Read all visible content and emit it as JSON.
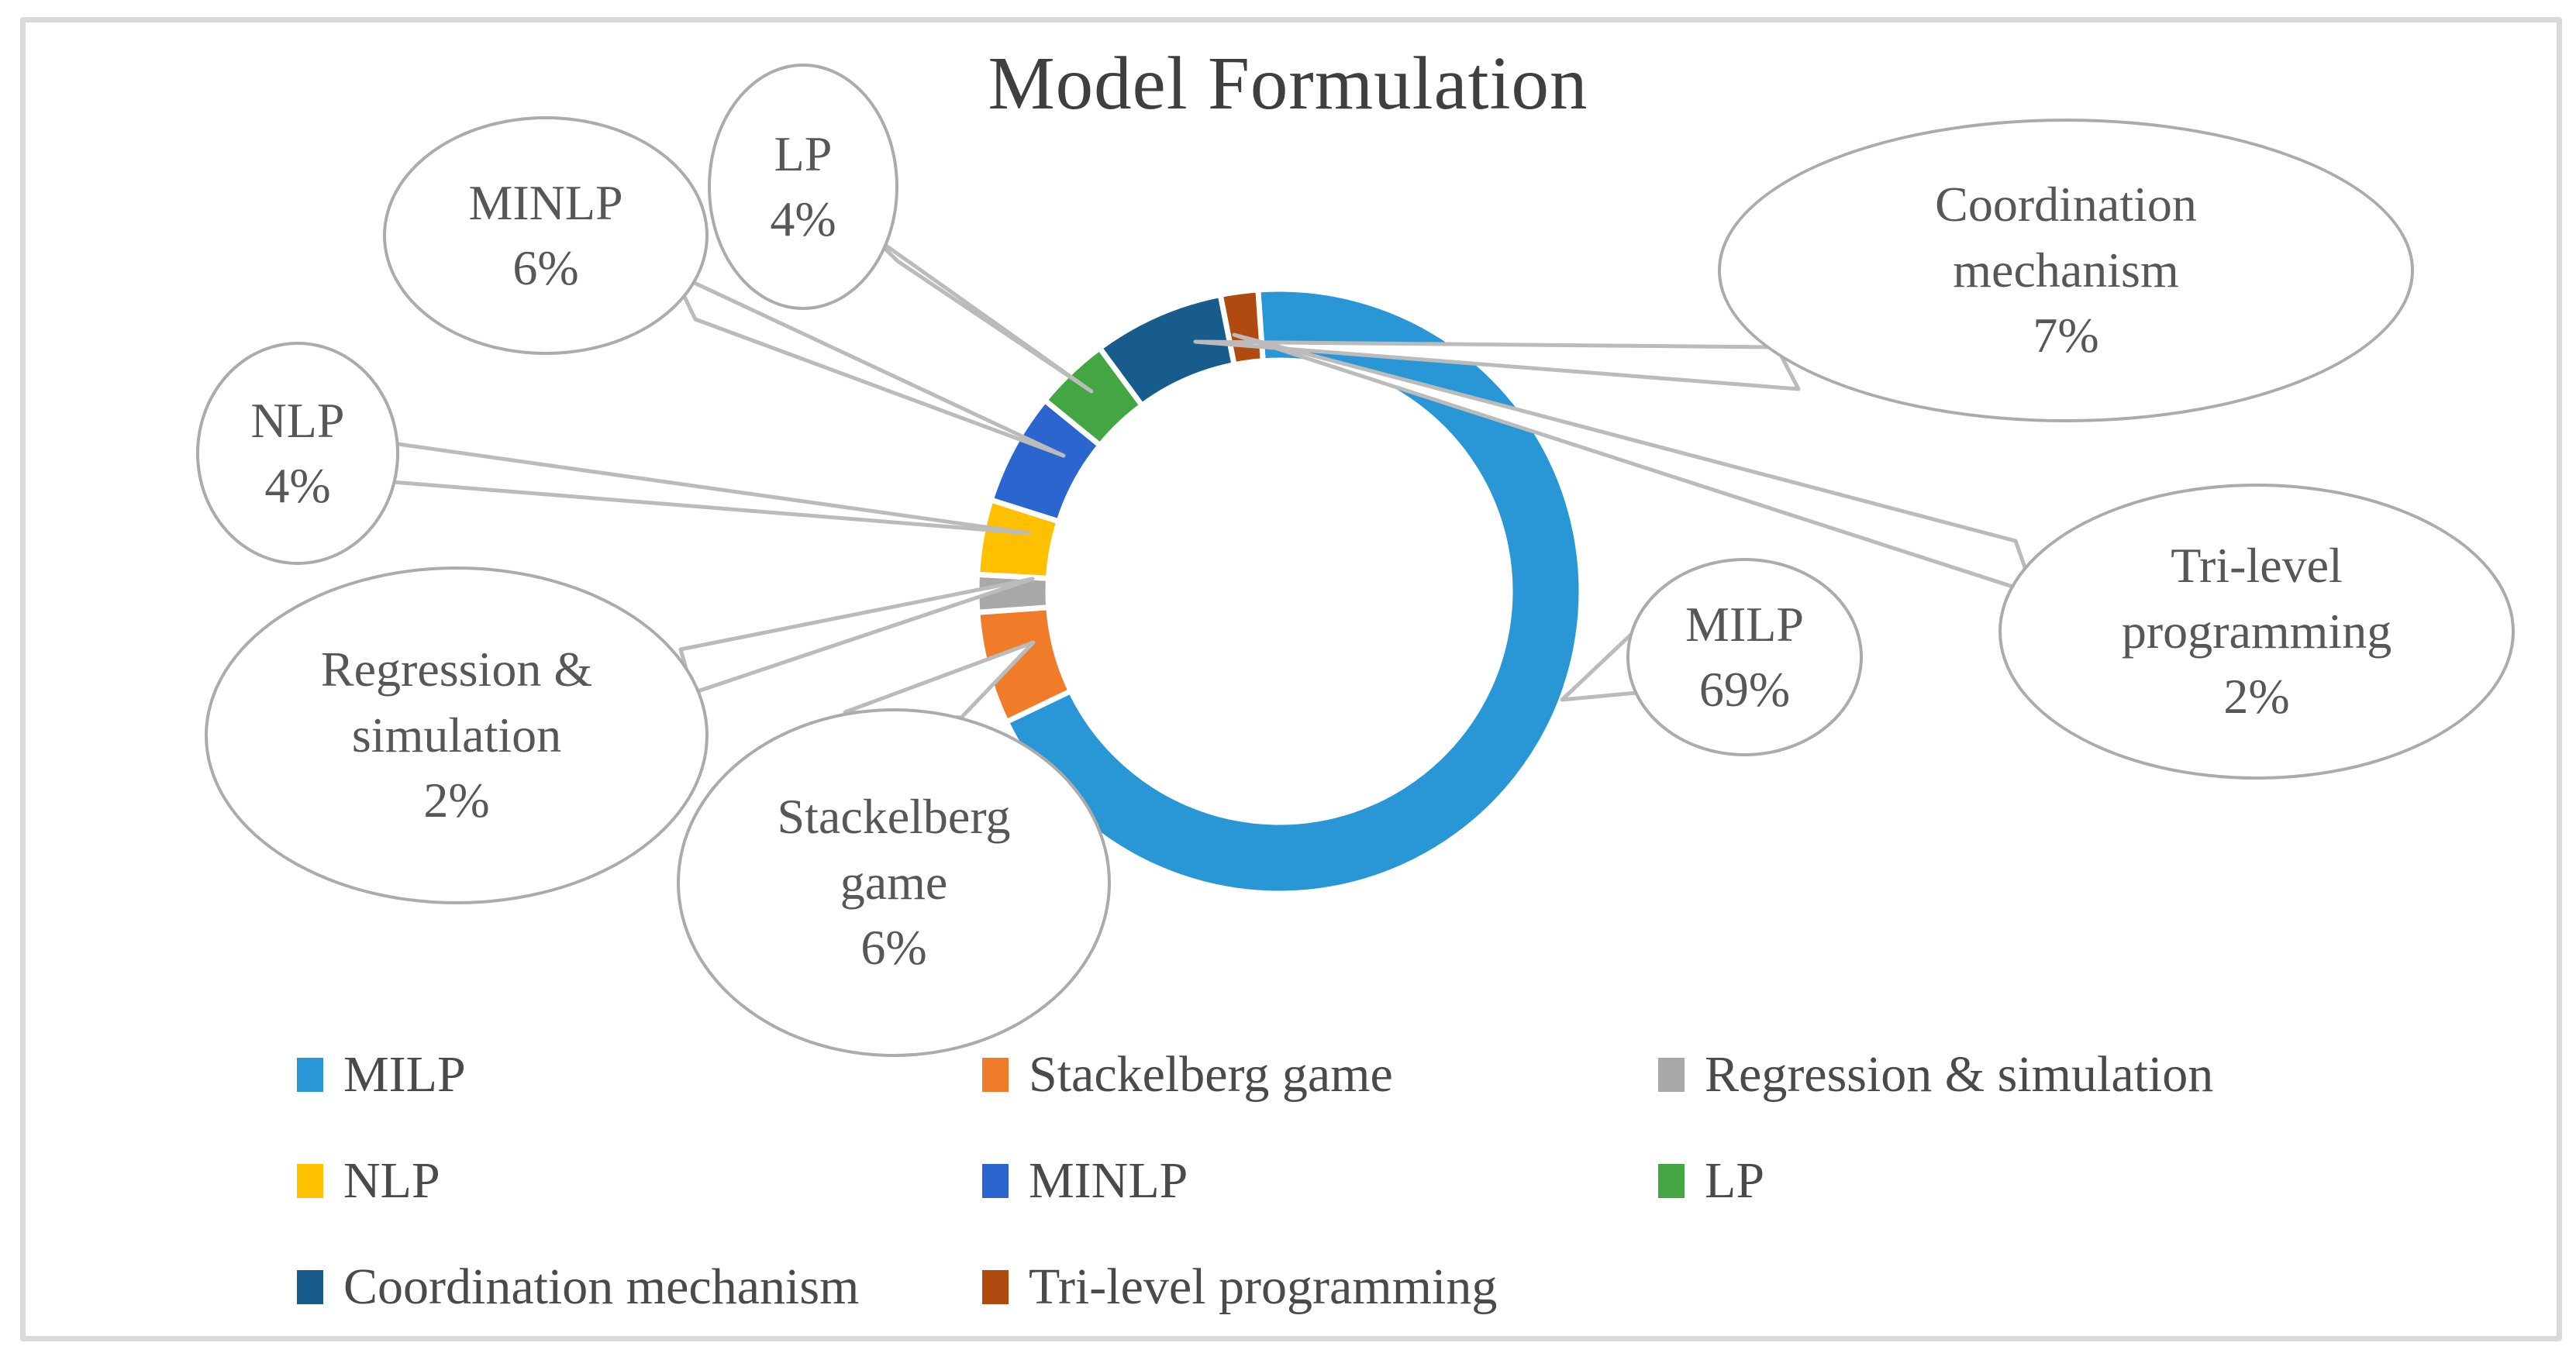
{
  "title": "Model Formulation",
  "chart_data": {
    "type": "pie",
    "donut": true,
    "title": "Model Formulation",
    "categories": [
      "MILP",
      "Stackelberg game",
      "Regression & simulation",
      "NLP",
      "MINLP",
      "LP",
      "Coordination mechanism",
      "Tri-level programming"
    ],
    "values": [
      69,
      6,
      2,
      4,
      6,
      4,
      7,
      2
    ],
    "unit": "%",
    "colors": [
      "#2997D6",
      "#F07B28",
      "#A8A8A8",
      "#FFC000",
      "#2A66CE",
      "#43A643",
      "#185C8D",
      "#B04A10"
    ],
    "legend_position": "bottom",
    "data_labels": [
      "MILP 69%",
      "Stackelberg game 6%",
      "Regression & simulation 2%",
      "NLP 4%",
      "MINLP 6%",
      "LP 4%",
      "Coordination mechanism 7%",
      "Tri-level programming 2%"
    ]
  },
  "callouts": [
    {
      "label": "MILP",
      "pct": "69%"
    },
    {
      "label": "Stackelberg game",
      "pct": "6%"
    },
    {
      "label": "Regression & simulation",
      "pct": "2%"
    },
    {
      "label": "NLP",
      "pct": "4%"
    },
    {
      "label": "MINLP",
      "pct": "6%"
    },
    {
      "label": "LP",
      "pct": "4%"
    },
    {
      "label": "Coordination mechanism",
      "pct": "7%"
    },
    {
      "label": "Tri-level programming",
      "pct": "2%"
    }
  ]
}
